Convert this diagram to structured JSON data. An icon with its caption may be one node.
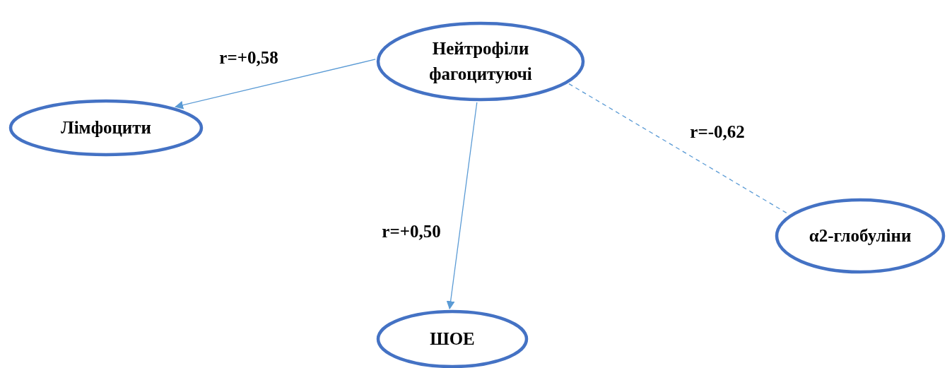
{
  "diagram": {
    "nodes": [
      {
        "text": [
          "Нейтрофіли фагоцитуючі"
        ]
      },
      {
        "text": [
          "Лімфоцити"
        ]
      },
      {
        "text": [
          "ШОЕ"
        ]
      },
      {
        "text": [
          "α2-глобуліни"
        ]
      }
    ],
    "edges": [
      {
        "from": 0,
        "to": 1,
        "arrow": "to",
        "label": "r=+0,58"
      },
      {
        "from": 0,
        "to": 2,
        "arrow": "to",
        "label": "r=+0,50"
      },
      {
        "from": 0,
        "to": 3,
        "arrow": "none",
        "label": "r=-0,62",
        "style": "dashed"
      }
    ]
  }
}
